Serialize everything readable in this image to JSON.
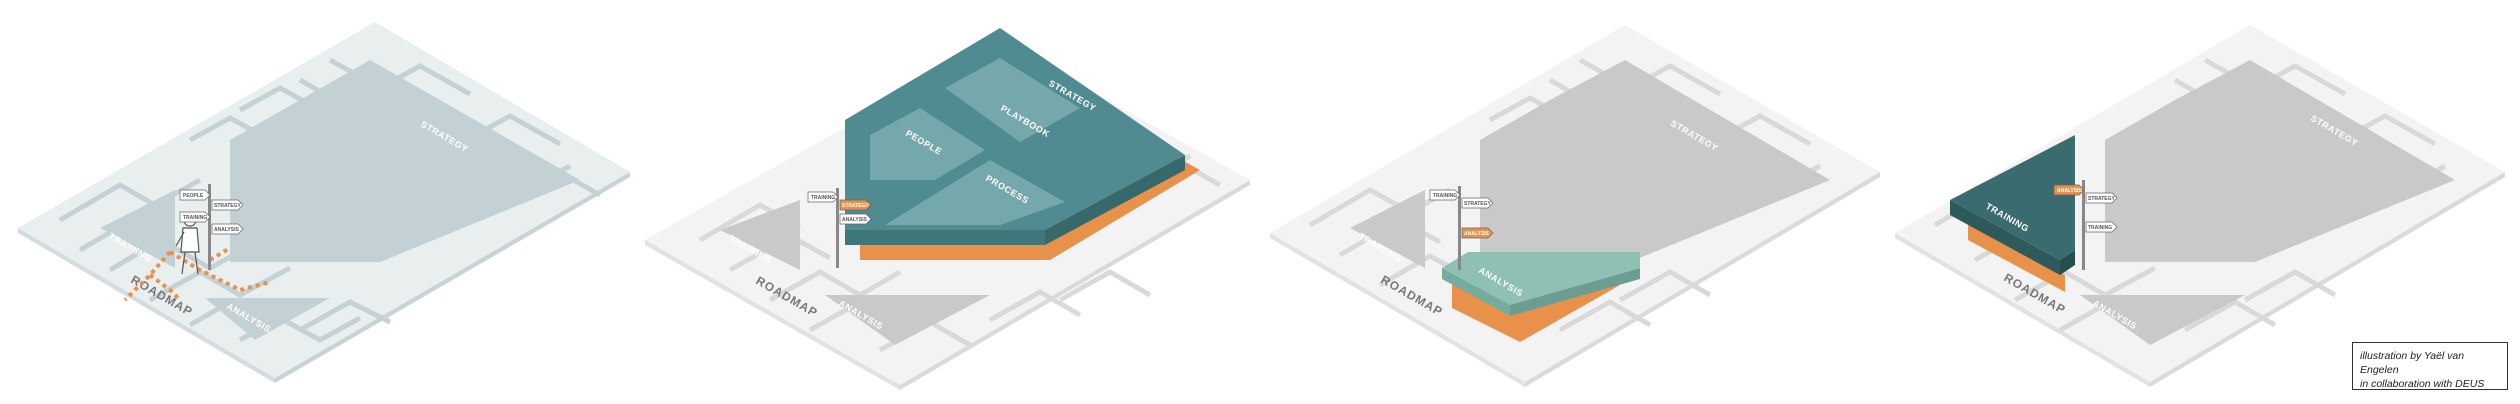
{
  "colors": {
    "base_tile": "#e9eeef",
    "base_tile_light": "#f3f3f3",
    "maze_blue": "#c4d2d6",
    "maze_gray": "#d9d9d9",
    "region_gray": "#c9c9c9",
    "region_blue": "#c3d1d5",
    "teal": "#4f8b91",
    "teal_light": "#6fa3a7",
    "teal_dark": "#3a6b6e",
    "mint": "#8fc0b4",
    "orange": "#e8914a",
    "white": "#ffffff"
  },
  "panels": [
    {
      "labels": {
        "strategy": "STRATEGY",
        "training": "TRAINING",
        "roadmap": "ROADMAP",
        "analysis": "ANALYSIS"
      },
      "signs": [
        "PEOPLE",
        "STRATEGY",
        "TRAINING",
        "ANALYSIS"
      ]
    },
    {
      "labels": {
        "strategy": "STRATEGY",
        "playbook": "PLAYBOOK",
        "people": "PEOPLE",
        "process": "PROCESS",
        "training": "TRAINING",
        "roadmap": "ROADMAP",
        "analysis": "ANALYSIS"
      },
      "signs": [
        "TRAINING",
        "STRATEGY",
        "ANALYSIS"
      ]
    },
    {
      "labels": {
        "strategy": "STRATEGY",
        "training": "TRAINING",
        "roadmap": "ROADMAP",
        "analysis": "ANALYSIS"
      },
      "signs": [
        "TRAINING",
        "STRATEGY",
        "ANALYSIS"
      ]
    },
    {
      "labels": {
        "strategy": "STRATEGY",
        "training": "TRAINING",
        "roadmap": "ROADMAP",
        "analysis": "ANALYSIS"
      },
      "signs": [
        "ANALYSIS",
        "STRATEGY",
        "TRAINING"
      ]
    }
  ],
  "credit": {
    "line1": "illustration by Yaël van Engelen",
    "line2": "in collaboration with DEUS"
  }
}
